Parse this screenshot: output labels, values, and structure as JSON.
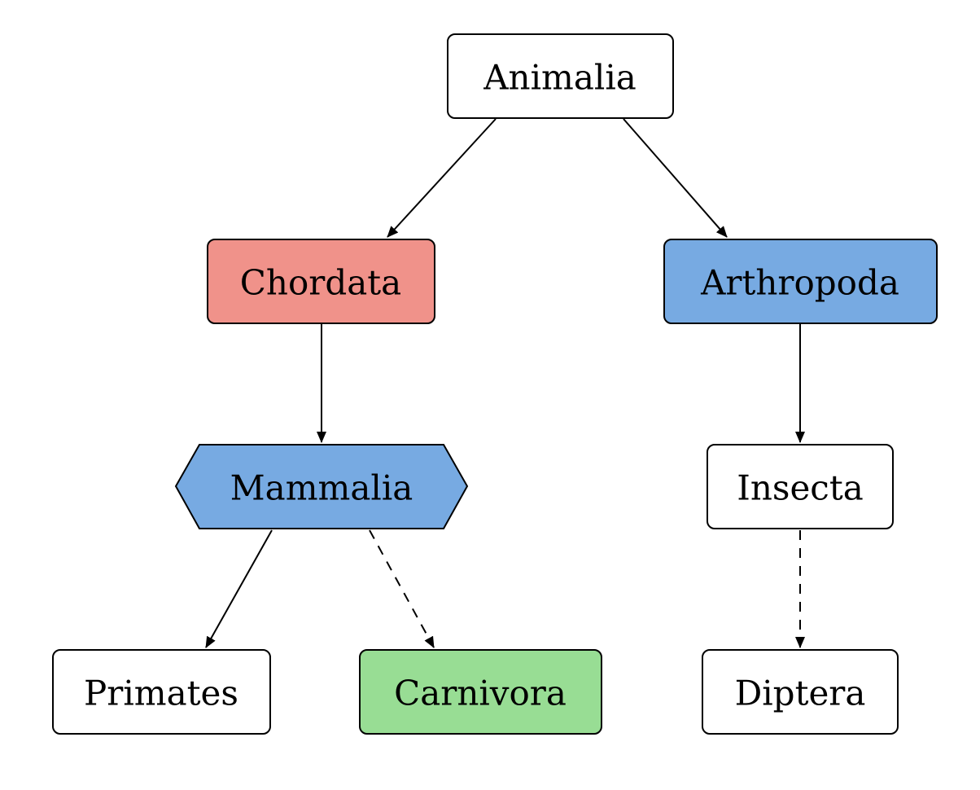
{
  "diagram": {
    "nodes": {
      "animalia": {
        "label": "Animalia",
        "fill": "#ffffff",
        "shape": "rounded-rect"
      },
      "chordata": {
        "label": "Chordata",
        "fill": "#f0928a",
        "shape": "rounded-rect"
      },
      "arthropoda": {
        "label": "Arthropoda",
        "fill": "#77aae2",
        "shape": "rounded-rect"
      },
      "mammalia": {
        "label": "Mammalia",
        "fill": "#77aae2",
        "shape": "hexagon"
      },
      "insecta": {
        "label": "Insecta",
        "fill": "#ffffff",
        "shape": "rounded-rect"
      },
      "primates": {
        "label": "Primates",
        "fill": "#ffffff",
        "shape": "rounded-rect"
      },
      "carnivora": {
        "label": "Carnivora",
        "fill": "#98dd94",
        "shape": "rounded-rect"
      },
      "diptera": {
        "label": "Diptera",
        "fill": "#ffffff",
        "shape": "rounded-rect"
      }
    },
    "edges": [
      {
        "from": "animalia",
        "to": "chordata",
        "style": "solid"
      },
      {
        "from": "animalia",
        "to": "arthropoda",
        "style": "solid"
      },
      {
        "from": "chordata",
        "to": "mammalia",
        "style": "solid"
      },
      {
        "from": "arthropoda",
        "to": "insecta",
        "style": "solid"
      },
      {
        "from": "mammalia",
        "to": "primates",
        "style": "solid"
      },
      {
        "from": "mammalia",
        "to": "carnivora",
        "style": "dashed"
      },
      {
        "from": "insecta",
        "to": "diptera",
        "style": "dashed"
      }
    ],
    "stroke_color": "#000000"
  }
}
